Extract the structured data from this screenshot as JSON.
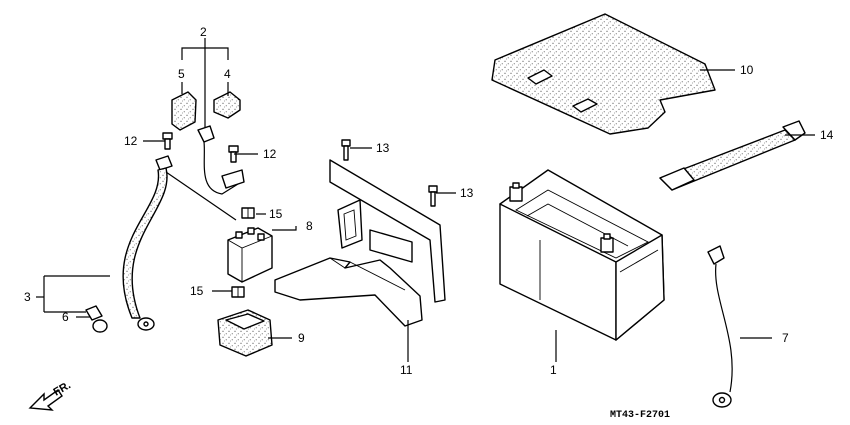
{
  "diagram": {
    "code": "MT43-F2701",
    "direction_label": "FR.",
    "callouts": [
      "1",
      "2",
      "3",
      "4",
      "5",
      "6",
      "7",
      "8",
      "9",
      "10",
      "11",
      "12",
      "12",
      "13",
      "13",
      "14",
      "15",
      "15"
    ]
  }
}
